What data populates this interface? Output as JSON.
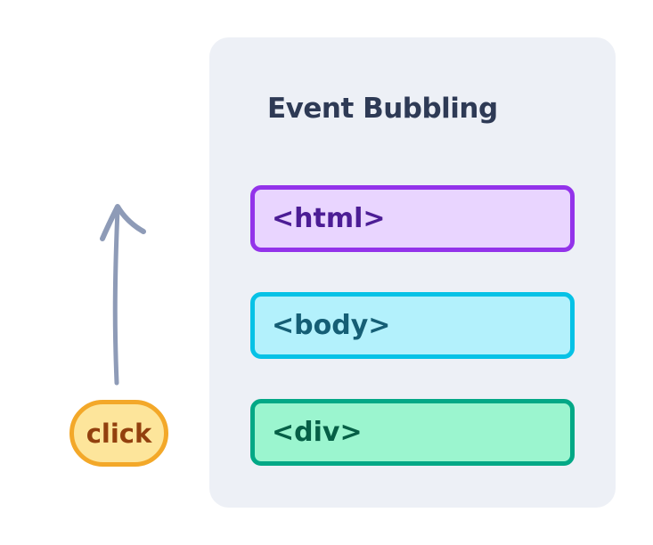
{
  "title": "Event Bubbling",
  "layers": [
    {
      "label": "<html>",
      "fill": "#e9d5ff",
      "border": "#9333ea",
      "text_color": "#4c1d95"
    },
    {
      "label": "<body>",
      "fill": "#b3f1fc",
      "border": "#06c2e6",
      "text_color": "#155e75"
    },
    {
      "label": "<div>",
      "fill": "#9bf5cf",
      "border": "#03a886",
      "text_color": "#065f46"
    }
  ],
  "click": {
    "label": "click",
    "fill": "#fde59b",
    "border": "#f3a829",
    "text_color": "#92400e"
  },
  "arrow": {
    "direction": "up",
    "color": "#8e9bb7"
  },
  "colors": {
    "panel": "#edf0f6",
    "title": "#2e3a55"
  }
}
